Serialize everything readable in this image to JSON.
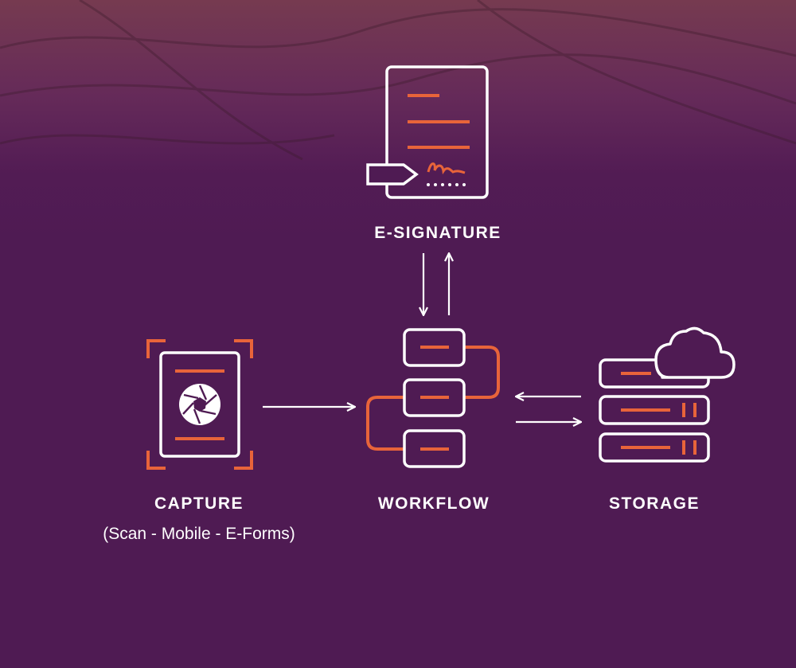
{
  "colors": {
    "background": "#4f1b53",
    "line": "#ffffff",
    "accent": "#e8643a"
  },
  "nodes": {
    "esignature": {
      "label": "E-SIGNATURE",
      "icon": "signed-document-icon"
    },
    "capture": {
      "label": "CAPTURE",
      "sublabel": "(Scan - Mobile - E-Forms)",
      "icon": "camera-document-icon"
    },
    "workflow": {
      "label": "WORKFLOW",
      "icon": "workflow-icon"
    },
    "storage": {
      "label": "STORAGE",
      "icon": "server-cloud-icon"
    }
  }
}
